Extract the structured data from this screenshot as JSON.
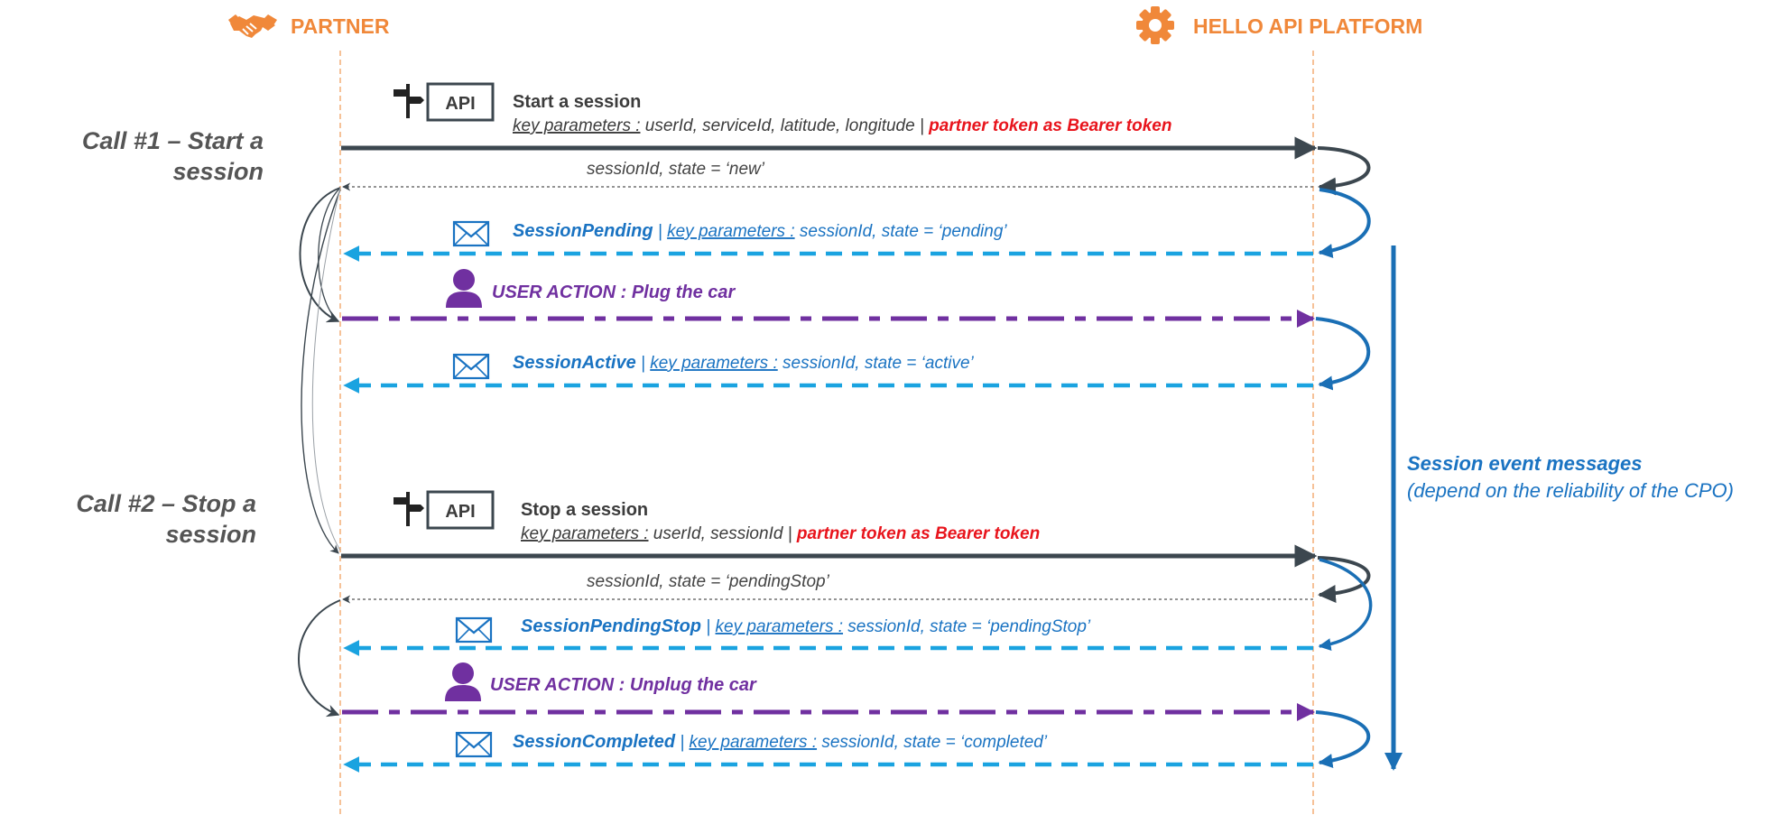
{
  "headers": {
    "partner": "PARTNER",
    "platform": "HELLO API PLATFORM"
  },
  "icons": {
    "partner": "handshake-icon",
    "platform": "gear-icon",
    "api": "api-signpost-icon",
    "event": "envelope-icon",
    "user": "person-icon"
  },
  "colors": {
    "header": "#f0883a",
    "call_arrow": "#3c474f",
    "event_arrow": "#1aa3e0",
    "event_text": "#1a73c2",
    "user_action": "#7030a0",
    "red_text": "#e8141c",
    "lifeline": "#f0a060"
  },
  "call1": {
    "label_line1": "Call #1 – Start a",
    "label_line2": "session",
    "api_label": "API",
    "title": "Start a session",
    "kp_label": "key parameters :",
    "kp_values": " userId, serviceId, latitude, longitude | ",
    "auth": "partner token as Bearer token",
    "response": "sessionId, state = ‘new’",
    "event1": {
      "name": "SessionPending",
      "sep": " | ",
      "kp_label": "key parameters :",
      "values": " sessionId, state = ‘pending’"
    },
    "user_action": "USER ACTION : Plug the car",
    "event2": {
      "name": "SessionActive",
      "sep": " | ",
      "kp_label": "key parameters :",
      "values": " sessionId, state = ‘active’"
    }
  },
  "call2": {
    "label_line1": "Call #2 – Stop a",
    "label_line2": "session",
    "api_label": "API",
    "title": "Stop a session",
    "kp_label": "key parameters :",
    "kp_values": " userId, sessionId | ",
    "auth": "partner token as Bearer token",
    "response": "sessionId, state = ‘pendingStop’",
    "event1": {
      "name": "SessionPendingStop",
      "sep": " | ",
      "kp_label": "key parameters :",
      "values": " sessionId, state = ‘pendingStop’"
    },
    "user_action": "USER ACTION : Unplug the car",
    "event2": {
      "name": "SessionCompleted",
      "sep": " | ",
      "kp_label": "key parameters :",
      "values": " sessionId, state = ‘completed’"
    }
  },
  "session_events": {
    "line1": "Session event messages",
    "line2": "(depend on the reliability of the CPO)"
  }
}
